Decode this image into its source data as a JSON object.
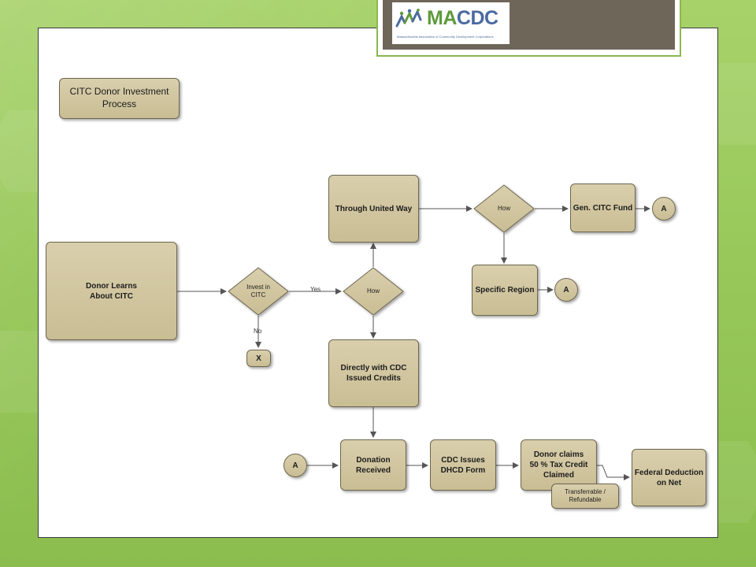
{
  "logo": {
    "ma": "MA",
    "cdc": "CDC",
    "tagline": "Massachusetts Association of Community Development Corporations"
  },
  "diagram": {
    "title": "CITC Donor Investment\nProcess",
    "donor_learns": "Donor Learns\nAbout CITC",
    "invest_decision": "Invest in\nCITC",
    "yes": "Yes",
    "no": "No",
    "x_terminal": "X",
    "how_1": "How",
    "how_2": "How",
    "through_united_way": "Through United Way",
    "gen_citc_fund": "Gen. CITC Fund",
    "specific_region": "Specific Region",
    "connector_a_1": "A",
    "connector_a_2": "A",
    "connector_a_3": "A",
    "directly_with_cdc": "Directly with CDC\nIssued Credits",
    "donation_received": "Donation\nReceived",
    "cdc_issues": "CDC Issues\nDHCD Form",
    "donor_claims": "Donor claims\n50 % Tax Credit\nClaimed",
    "transferrable": "Transferrable /\nRefundable",
    "federal_deduction": "Federal Deduction\non Net"
  }
}
